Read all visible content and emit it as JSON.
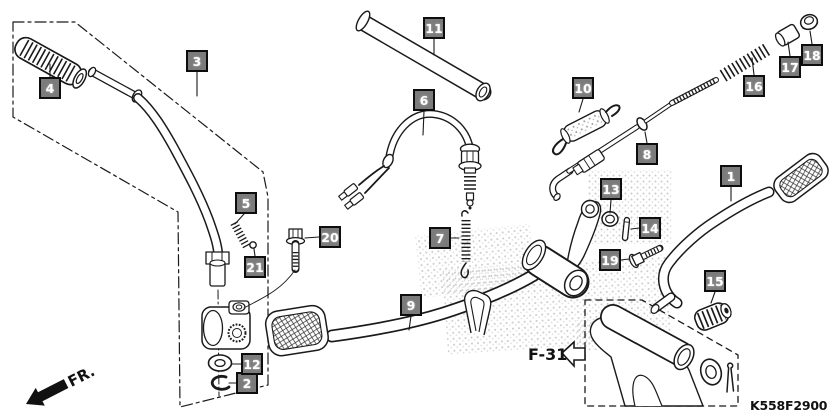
{
  "diagram": {
    "code": "K558F2900",
    "frame_reference_label": "F-31",
    "front_direction_label": "FR."
  },
  "callouts": [
    {
      "label": "1"
    },
    {
      "label": "2"
    },
    {
      "label": "3"
    },
    {
      "label": "4"
    },
    {
      "label": "5"
    },
    {
      "label": "6"
    },
    {
      "label": "7"
    },
    {
      "label": "8"
    },
    {
      "label": "9"
    },
    {
      "label": "10"
    },
    {
      "label": "11"
    },
    {
      "label": "12"
    },
    {
      "label": "13"
    },
    {
      "label": "14"
    },
    {
      "label": "15"
    },
    {
      "label": "16"
    },
    {
      "label": "17"
    },
    {
      "label": "18"
    },
    {
      "label": "19"
    },
    {
      "label": "20"
    },
    {
      "label": "21"
    }
  ],
  "colors": {
    "line_art": "#1a1a1a",
    "background": "#ffffff",
    "callout_fill": "#7b7b7b",
    "callout_border": "#0d0d0d",
    "callout_text": "#ffffff",
    "watermark_dots": "#a8a8a8"
  }
}
